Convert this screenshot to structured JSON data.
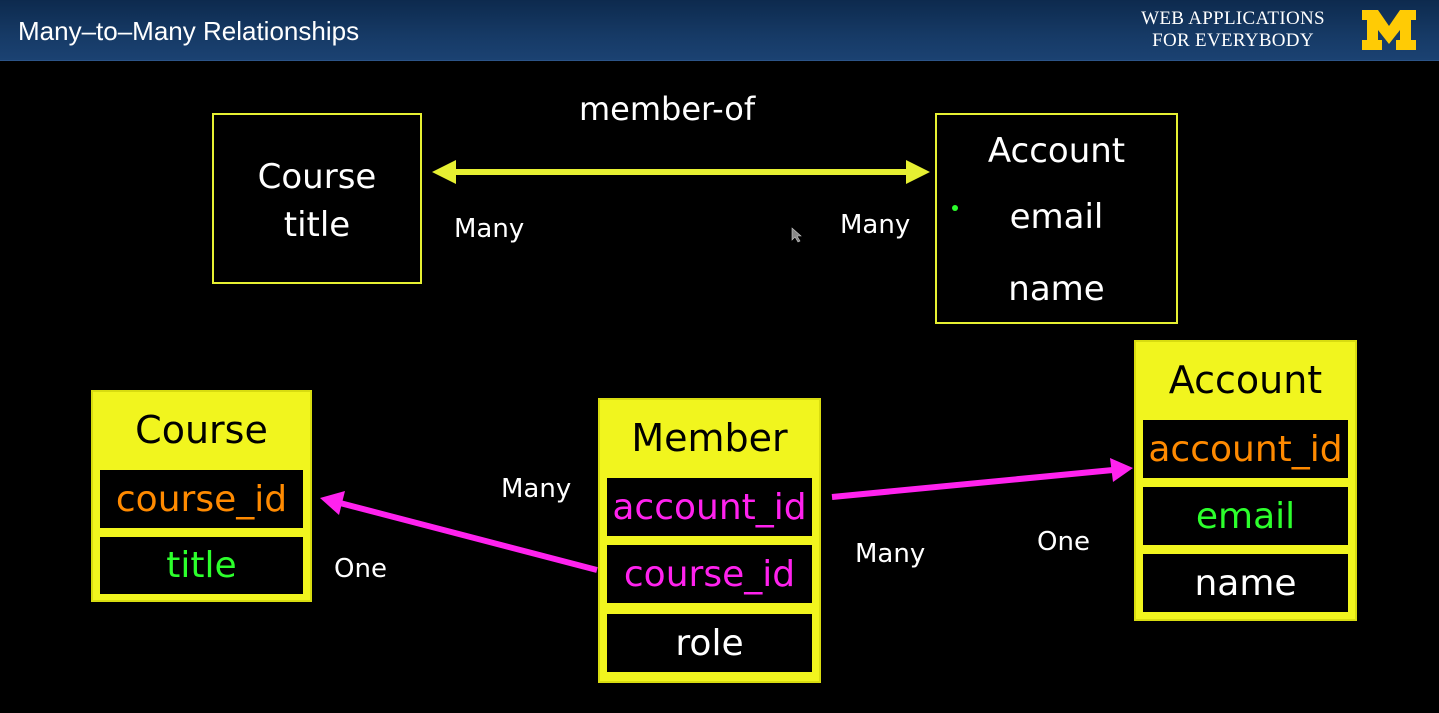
{
  "header": {
    "title": "Many–to–Many Relationships",
    "brand_line1": "WEB APPLICATIONS",
    "brand_line2": "FOR EVERYBODY"
  },
  "logical": {
    "relationship_label": "member-of",
    "left_box": {
      "line1": "Course",
      "line2": "title"
    },
    "right_box": {
      "line1": "Account",
      "line2": "email",
      "line3": "name"
    },
    "left_cardinality": "Many",
    "right_cardinality": "Many"
  },
  "tables": {
    "course": {
      "title": "Course",
      "fields": [
        {
          "name": "course_id",
          "color": "#ff8a00"
        },
        {
          "name": "title",
          "color": "#2cff2c"
        }
      ]
    },
    "member": {
      "title": "Member",
      "fields": [
        {
          "name": "account_id",
          "color": "#ff22ee"
        },
        {
          "name": "course_id",
          "color": "#ff22ee"
        },
        {
          "name": "role",
          "color": "#ffffff"
        }
      ]
    },
    "account": {
      "title": "Account",
      "fields": [
        {
          "name": "account_id",
          "color": "#ff8a00"
        },
        {
          "name": "email",
          "color": "#2cff2c"
        },
        {
          "name": "name",
          "color": "#ffffff"
        }
      ]
    }
  },
  "cardinality": {
    "member_course_many": "Many",
    "course_one": "One",
    "member_account_many": "Many",
    "account_one": "One"
  },
  "colors": {
    "accent_yellow": "#f1f51e",
    "foreign_key_magenta": "#ff22ee",
    "primary_key_orange": "#ff8a00",
    "data_green": "#2cff2c"
  }
}
